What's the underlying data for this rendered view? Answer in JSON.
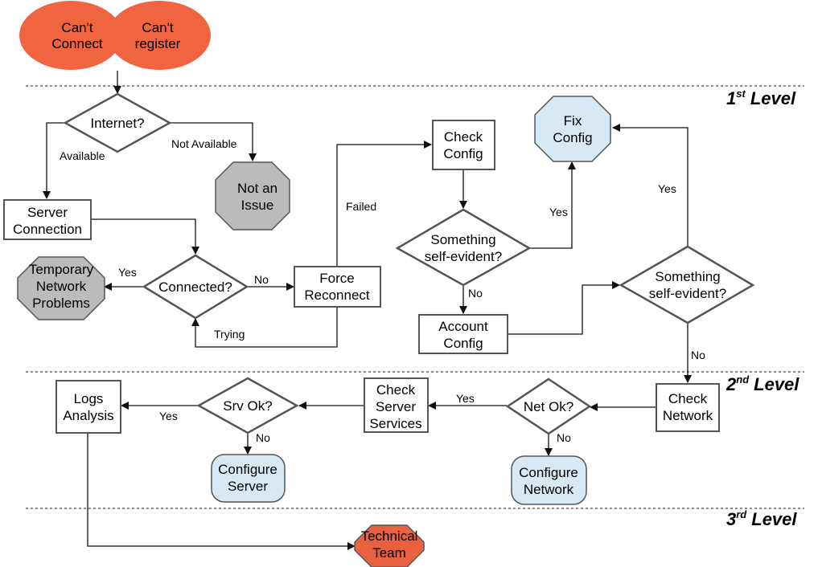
{
  "start": {
    "cant_connect": [
      "Can't",
      "Connect"
    ],
    "cant_register": [
      "Can't",
      "register"
    ]
  },
  "levels": {
    "first": {
      "num": "1",
      "sup": "st",
      "word": "Level"
    },
    "second": {
      "num": "2",
      "sup": "nd",
      "word": "Level"
    },
    "third": {
      "num": "3",
      "sup": "rd",
      "word": "Level"
    }
  },
  "nodes": {
    "internet": [
      "Internet?"
    ],
    "not_issue": [
      "Not an",
      "Issue"
    ],
    "server_connection": [
      "Server",
      "Connection"
    ],
    "temporary": [
      "Temporary",
      "Network",
      "Problems"
    ],
    "connected": [
      "Connected?"
    ],
    "force_reconnect": [
      "Force",
      "Reconnect"
    ],
    "check_config": [
      "Check",
      "Config"
    ],
    "fix_config": [
      "Fix",
      "Config"
    ],
    "something1": [
      "Something",
      "self-evident?"
    ],
    "account_config": [
      "Account",
      "Config"
    ],
    "something2": [
      "Something",
      "self-evident?"
    ],
    "check_network": [
      "Check",
      "Network"
    ],
    "net_ok": [
      "Net Ok?"
    ],
    "configure_network": [
      "Configure",
      "Network"
    ],
    "check_server_services": [
      "Check",
      "Server",
      "Services"
    ],
    "srv_ok": [
      "Srv Ok?"
    ],
    "configure_server": [
      "Configure",
      "Server"
    ],
    "logs_analysis": [
      "Logs",
      "Analysis"
    ],
    "technical_team": [
      "Technical",
      "Team"
    ]
  },
  "edge_labels": {
    "available": "Available",
    "not_available": "Not Available",
    "yes_temp": "Yes",
    "no_connected": "No",
    "trying": "Trying",
    "failed": "Failed",
    "yes_fix1": "Yes",
    "no_something1": "No",
    "yes_fix2": "Yes",
    "no_something2": "No",
    "yes_net": "Yes",
    "no_net": "No",
    "yes_srv": "Yes",
    "no_srv": "No"
  }
}
